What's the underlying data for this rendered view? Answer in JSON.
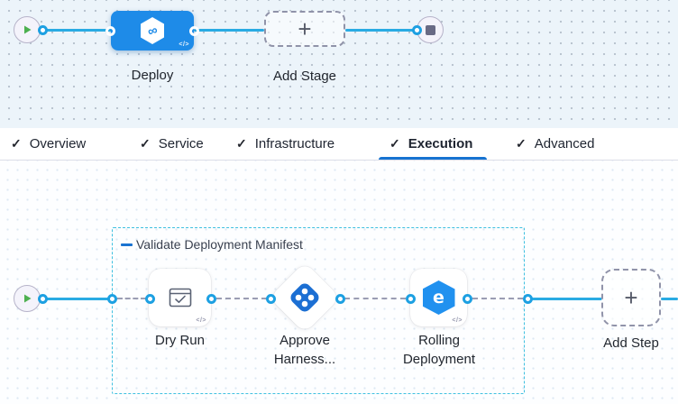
{
  "colors": {
    "flow_line_blue": "#29ABE3",
    "stage_node_blue": "#1E8BE8",
    "group_border_cyan": "#3FC0E0",
    "tab_underline_blue": "#1673D1",
    "play_green": "#4DB050",
    "dashed_connector_gray": "#9B9DB3",
    "approval_icon_blue": "#1C6FD3"
  },
  "stage_canvas": {
    "deploy_stage": {
      "label": "Deploy",
      "icon": "harness-deploy-hexagon-icon"
    },
    "add_stage": {
      "label": "Add Stage"
    },
    "start_icon": "play-icon",
    "end_icon": "stop-icon"
  },
  "tabs": {
    "check_glyph": "✓",
    "items": [
      {
        "label": "Overview",
        "active": false
      },
      {
        "label": "Service",
        "active": false
      },
      {
        "label": "Infrastructure",
        "active": false
      },
      {
        "label": "Execution",
        "active": true
      },
      {
        "label": "Advanced",
        "active": false
      }
    ]
  },
  "execution_canvas": {
    "group": {
      "label": "Validate Deployment Manifest"
    },
    "steps": [
      {
        "label": "Dry Run",
        "icon": "dry-run-checklist-icon"
      },
      {
        "label": "Approve Harness...",
        "icon": "harness-approval-icon"
      },
      {
        "label": "Rolling Deployment",
        "icon": "rolling-deployment-icon"
      }
    ],
    "add_step": {
      "label": "Add Step"
    }
  },
  "glyphs": {
    "plus": "+",
    "code": "</>",
    "infinity": "∞",
    "rolling_e": "e"
  }
}
